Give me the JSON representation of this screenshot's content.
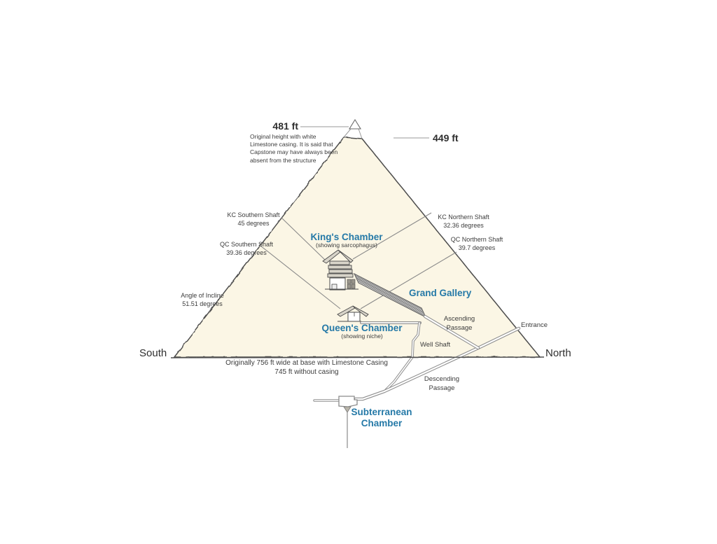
{
  "diagram": {
    "subject": "Great Pyramid cross-section",
    "colors": {
      "pyramid_fill": "#FBF6E5",
      "outline": "#4d4d4d",
      "passage_gray": "#8f8f8f",
      "label_blue": "#2579A7",
      "text_dark": "#3c3c3c"
    },
    "labels": {
      "height_original": "481 ft",
      "height_note": "Original height with white\nLimestone casing. It is said that\nCapstone may have always been\nabsent from the structure",
      "height_current": "449 ft",
      "kc_southern_shaft": "KC Southern Shaft\n45 degrees",
      "qc_southern_shaft": "QC Southern Shaft\n39.36 degrees",
      "kc_northern_shaft": "KC Northern Shaft\n32.36 degrees",
      "qc_northern_shaft": "QC Northern Shaft\n39.7 degrees",
      "angle_of_incline": "Angle of Incline\n51.51 degrees",
      "kings_chamber": "King's Chamber",
      "kings_chamber_sub": "(showing sarcophagus)",
      "grand_gallery": "Grand Gallery",
      "queens_chamber": "Queen's Chamber",
      "queens_chamber_sub": "(showing niche)",
      "ascending_passage": "Ascending\nPassage",
      "well_shaft": "Well Shaft",
      "entrance": "Entrance",
      "south": "South",
      "north": "North",
      "base_note": "Originally 756 ft wide at base with Limestone Casing\n745 ft without casing",
      "descending_passage": "Descending\nPassage",
      "subterranean_chamber": "Subterranean\nChamber"
    }
  }
}
